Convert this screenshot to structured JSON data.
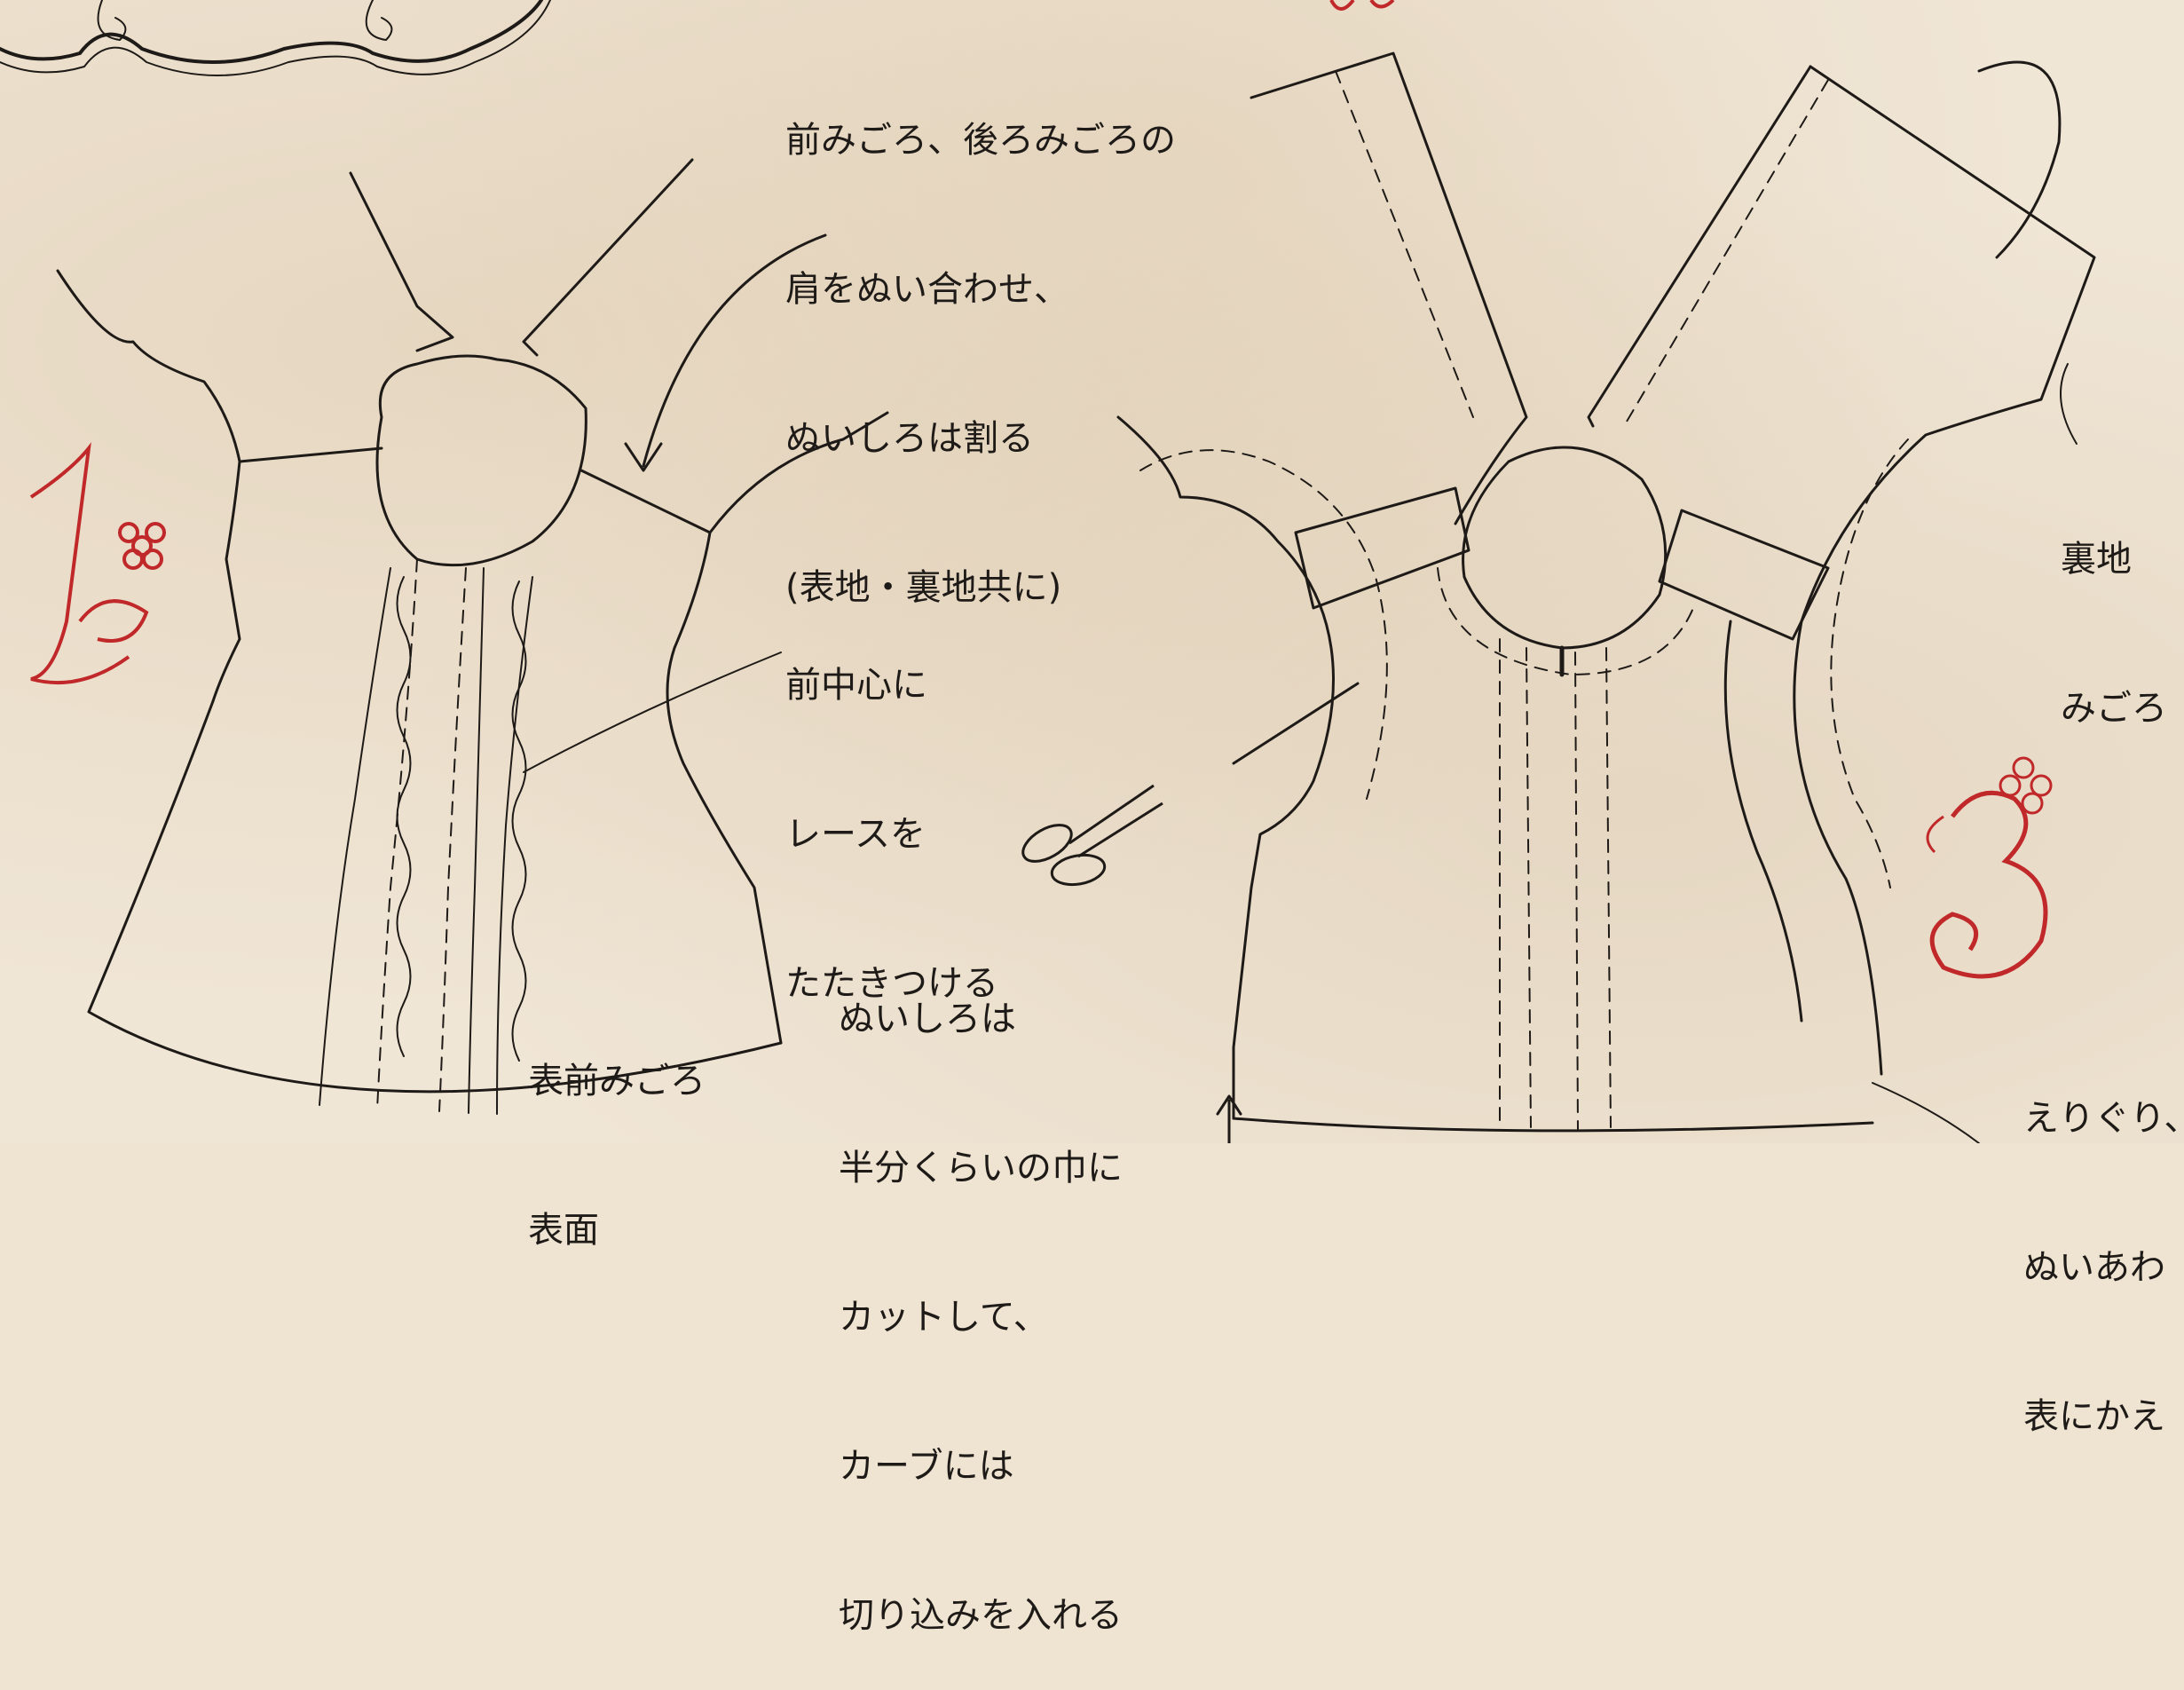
{
  "notes": {
    "shoulder_seam": [
      "前みごろ、後ろみごろの",
      "肩をぬい合わせ、",
      "ぬいしろは割る",
      "(表地・裏地共に)"
    ],
    "lace": [
      "前中心に",
      "レースを",
      "たたきつける"
    ],
    "seam_allowance": [
      "ぬいしろは",
      "半分くらいの巾に",
      "カットして、",
      "カーブには",
      "切り込みを入れる"
    ],
    "front_body": [
      "表前みごろ",
      "表面"
    ],
    "lining_body": [
      "裏地",
      "みごろ"
    ],
    "neckline": [
      "えりぐり、",
      "ぬいあわ",
      "表にかえ"
    ]
  },
  "step_numbers": [
    "1",
    "3"
  ],
  "colors": {
    "paper": "#f0e6d6",
    "ink": "#1e1a17",
    "accent": "#c0282a"
  },
  "icons": [
    "scissors-icon",
    "flower-icon"
  ]
}
